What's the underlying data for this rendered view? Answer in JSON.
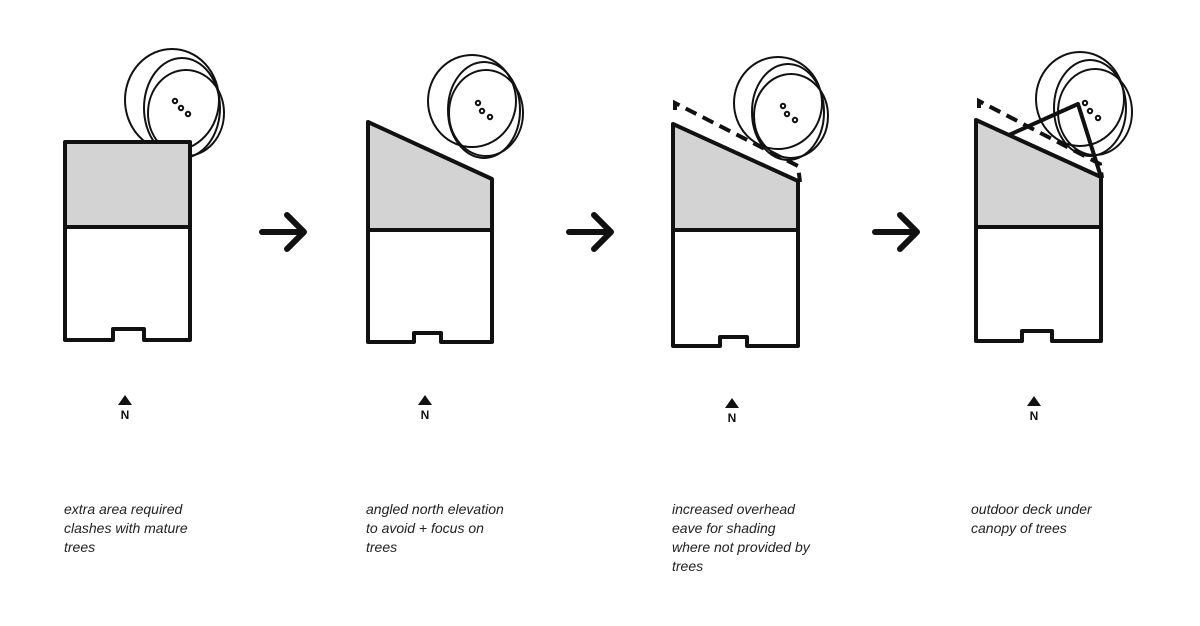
{
  "colors": {
    "stroke": "#111111",
    "shaded_area": "#d3d3d3",
    "background": "#ffffff"
  },
  "north_label": "N",
  "icons": [
    "tree-canopy-icon",
    "north-arrow-icon",
    "right-arrow-icon"
  ],
  "steps": [
    {
      "caption": "extra area required\nclashes with mature\ntrees"
    },
    {
      "caption": "angled north elevation\nto avoid + focus on\ntrees"
    },
    {
      "caption": "increased overhead\neave for shading\nwhere not provided by\ntrees"
    },
    {
      "caption": "outdoor deck under\ncanopy of trees"
    }
  ]
}
